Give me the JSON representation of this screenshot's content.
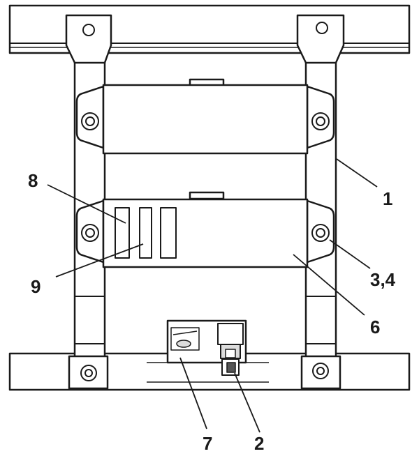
{
  "diagram": {
    "callouts": [
      {
        "id": "1",
        "label": "1"
      },
      {
        "id": "2",
        "label": "2"
      },
      {
        "id": "3-4",
        "label": "3,4"
      },
      {
        "id": "6",
        "label": "6"
      },
      {
        "id": "7",
        "label": "7"
      },
      {
        "id": "8",
        "label": "8"
      },
      {
        "id": "9",
        "label": "9"
      }
    ],
    "colors": {
      "line": "#1a1a1a",
      "fill": "#ffffff",
      "shade": "#dcdcdc",
      "dark": "#555555"
    }
  }
}
